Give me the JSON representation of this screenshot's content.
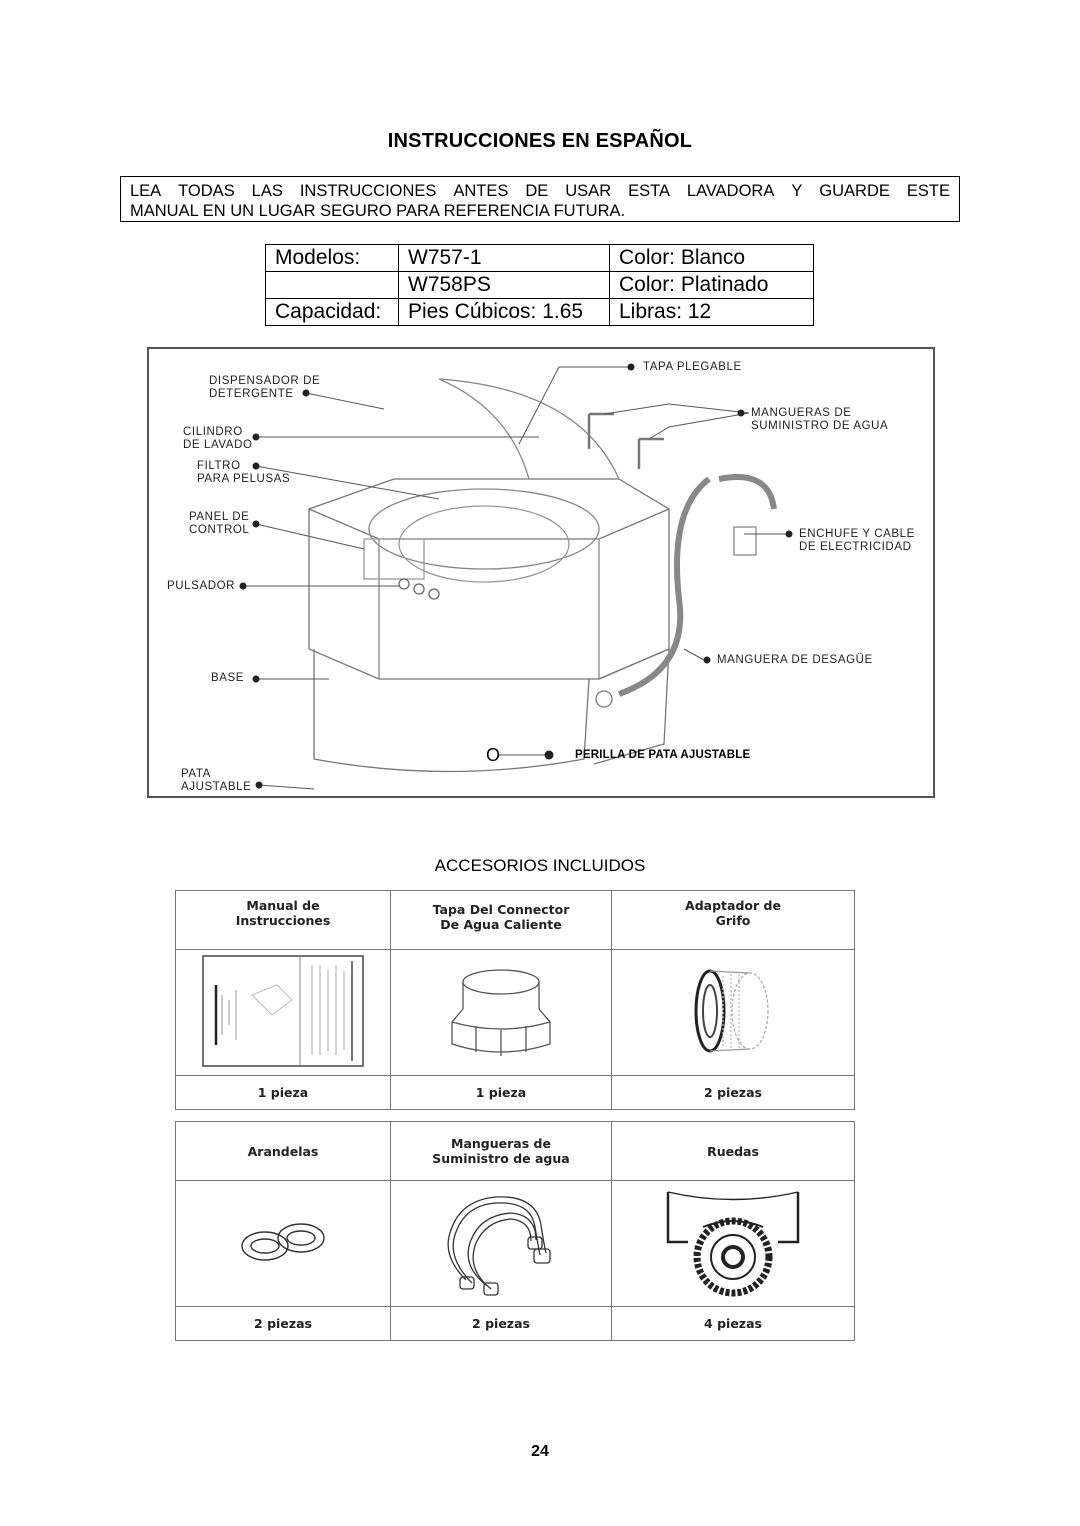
{
  "title": "INSTRUCCIONES EN ESPAÑOL",
  "notice": {
    "line1": "LEA TODAS LAS INSTRUCCIONES ANTES DE USAR ESTA LAVADORA Y GUARDE ESTE",
    "line2": "MANUAL EN UN LUGAR SEGURO PARA REFERENCIA FUTURA."
  },
  "models_table": {
    "rows": [
      [
        "Modelos:",
        "W757-1",
        "Color:  Blanco"
      ],
      [
        "",
        "W758PS",
        "Color:  Platinado"
      ],
      [
        "Capacidad:",
        "Pies Cúbicos:  1.65",
        "Libras:  12"
      ]
    ]
  },
  "diagram": {
    "labels": {
      "tapa_plegable": "TAPA PLEGABLE",
      "dispensador": "DISPENSADOR DE\nDETERGENTE",
      "mangueras_suministro": "MANGUERAS DE\nSUMINISTRO DE AGUA",
      "cilindro": "CILINDRO\nDE LAVADO",
      "filtro": "FILTRO\nPARA PELUSAS",
      "panel": "PANEL DE\nCONTROL",
      "enchufe": "ENCHUFE Y CABLE\nDE ELECTRICIDAD",
      "pulsador": "PULSADOR",
      "manguera_desague": "MANGUERA DE DESAGÜE",
      "base": "BASE",
      "perilla_marker": "O",
      "perilla": "PERILLA DE PATA AJUSTABLE",
      "pata": "PATA\nAJUSTABLE"
    }
  },
  "accessories": {
    "title": "ACCESORIOS INCLUIDOS",
    "table1": {
      "headers": [
        "Manual de\nInstrucciones",
        "Tapa Del Connector\nDe Agua Caliente",
        "Adaptador de\nGrifo"
      ],
      "images": [
        "manual-booklet-image",
        "connector-cap-image",
        "faucet-adapter-image"
      ],
      "quantities": [
        "1 pieza",
        "1 pieza",
        "2 piezas"
      ]
    },
    "table2": {
      "headers": [
        "Arandelas",
        "Mangueras de\nSuministro de agua",
        "Ruedas"
      ],
      "images": [
        "washers-image",
        "supply-hoses-image",
        "wheels-image"
      ],
      "quantities": [
        "2 piezas",
        "2 piezas",
        "4 piezas"
      ]
    }
  },
  "page_number": "24"
}
